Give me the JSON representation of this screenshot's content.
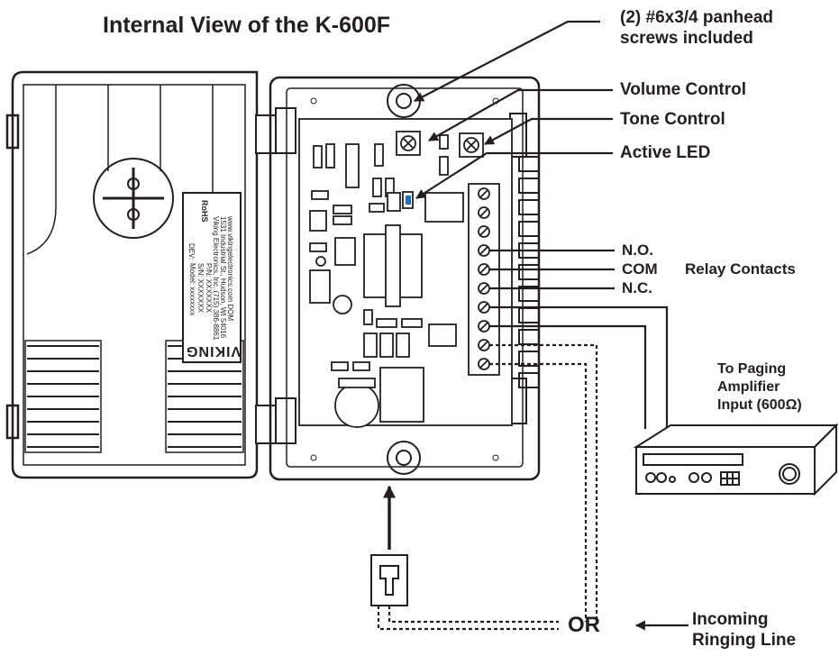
{
  "title": "Internal View of the K-600F",
  "callouts": {
    "screws": [
      "(2) #6x3/4 panhead",
      "screws included"
    ],
    "volume": "Volume Control",
    "tone": "Tone Control",
    "led": "Active LED",
    "no": "N.O.",
    "com": "COM",
    "nc": "N.C.",
    "relay": "Relay Contacts",
    "amp": [
      "To Paging",
      "Amplifier",
      "Input (600Ω)"
    ],
    "or": "OR",
    "ringing": [
      "Incoming",
      "Ringing Line"
    ]
  },
  "rating_label": {
    "rohs": "RoHS",
    "dev": "DEV:",
    "model": "Model: xxxxxxxx",
    "sn": "S/N: XXXXXXX",
    "pn": "P/N: XXXXXXX",
    "company": "Viking Electronics, Inc. (715) 386-8861",
    "address": "1531 Industrial St., Hudson, WI 54016",
    "web": "www.vikingelectronics.com  DOM",
    "brand": "VIKING"
  },
  "colors": {
    "ink": "#231f20",
    "led": "#1f6fb8",
    "background": "#ffffff"
  }
}
